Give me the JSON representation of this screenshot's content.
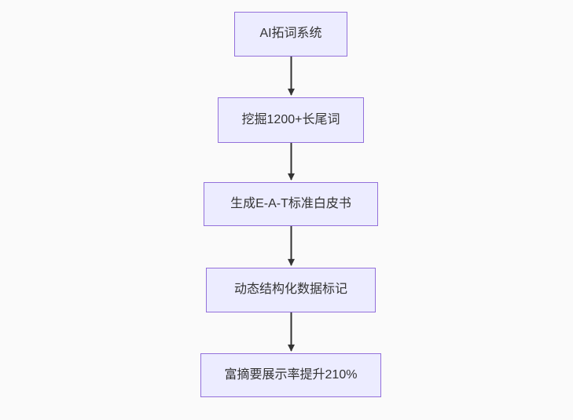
{
  "colors": {
    "background": "#FAFAFA",
    "node-fill": "#ECECFF",
    "node-border": "#9370DB",
    "edge": "#333333",
    "text": "#333333"
  },
  "flowchart": {
    "type": "flowchart",
    "direction": "top-down",
    "nodes": [
      {
        "label": "AI拓词系统"
      },
      {
        "label": "挖掘1200+长尾词"
      },
      {
        "label": "生成E-A-T标准白皮书"
      },
      {
        "label": "动态结构化数据标记"
      },
      {
        "label": "富摘要展示率提升210%"
      }
    ],
    "edges": [
      {
        "from": 0,
        "to": 1
      },
      {
        "from": 1,
        "to": 2
      },
      {
        "from": 2,
        "to": 3
      },
      {
        "from": 3,
        "to": 4
      }
    ]
  }
}
